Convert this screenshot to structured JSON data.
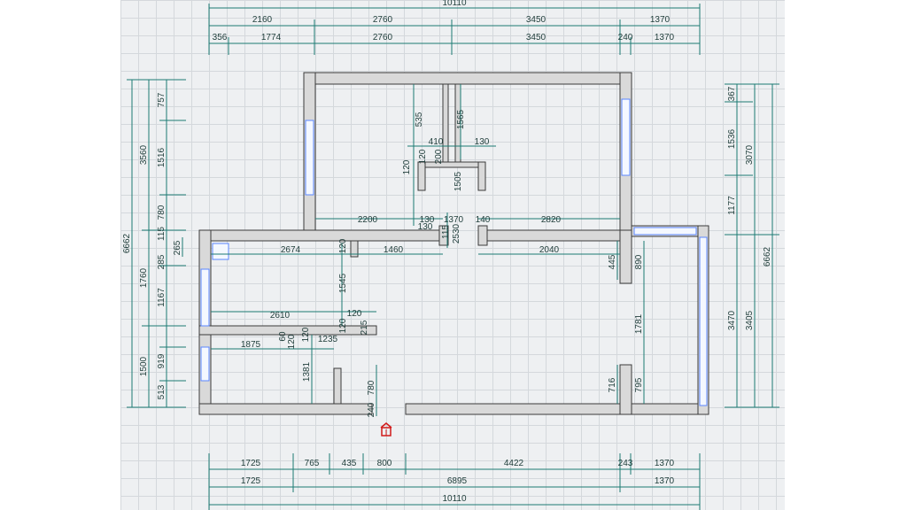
{
  "canvas": {
    "background": "#eef0f2",
    "grid_color": "#d4d8dc",
    "dimension_color": "#1c7a73",
    "window_color": "#5a86ff",
    "marker_color": "#d11a1a"
  },
  "dimensions": {
    "top": {
      "total": "10110",
      "row1": [
        "2160",
        "2760",
        "3450",
        "1370"
      ],
      "row2": [
        "356",
        "1774",
        "2760",
        "3450",
        "240",
        "1370"
      ]
    },
    "bottom": {
      "total": "10110",
      "row1": [
        "1725",
        "765",
        "435",
        "800",
        "4422",
        "243",
        "1370"
      ],
      "row2": [
        "1725",
        "6895",
        "1370"
      ]
    },
    "left": {
      "total": "6662",
      "col2": [
        "3560",
        "1760",
        "1500"
      ],
      "col3": [
        "757",
        "1516",
        "780",
        "115",
        "285",
        "1167",
        "919",
        "513"
      ],
      "col4": [
        "265"
      ]
    },
    "right": {
      "total": "6662",
      "col2": [
        "3070",
        "3405"
      ],
      "col3": [
        "367",
        "1536",
        "1177",
        "3470"
      ]
    },
    "interior": {
      "upper_left_room_width": "2200",
      "upper_right_room_width": "2820",
      "closet_depth": "535",
      "closet_depth_2": "1565",
      "closet_widths": [
        "410",
        "130",
        "120",
        "130",
        "120"
      ],
      "closet_small": [
        "200",
        "1505"
      ],
      "passage": [
        "130",
        "1370",
        "140",
        "115",
        "2530"
      ],
      "corridor_left_a": "2674",
      "corridor_left_b": "1460",
      "corridor_left_c": "120",
      "corridor_right": "2040",
      "corridor_right_b": "445",
      "corridor_right_c": "890",
      "hall_width": "2610",
      "hall_small": [
        "120",
        "215",
        "120"
      ],
      "bath_a": "1875",
      "bath_b": "1235",
      "bath_c": [
        "60",
        "120",
        "120"
      ],
      "bath_depth": "1545",
      "bath_depth_b": "1381",
      "door_dims": [
        "780",
        "240"
      ],
      "right_room_height": "1781",
      "right_small": [
        "716",
        "795"
      ]
    }
  },
  "entrance_marker_icon": "entrance-marker-icon"
}
